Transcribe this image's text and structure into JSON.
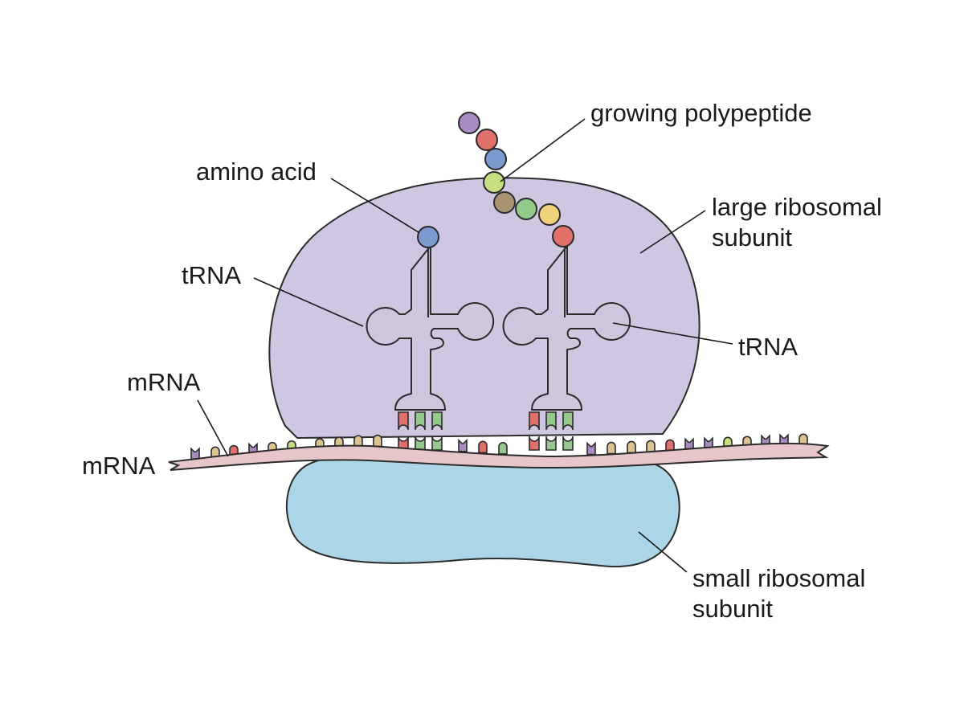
{
  "labels": {
    "growing_polypeptide": "growing polypeptide",
    "amino_acid": "amino acid",
    "large_subunit_line1": "large ribosomal",
    "large_subunit_line2": "subunit",
    "trna_left": "tRNA",
    "trna_right": "tRNA",
    "mrna_upper": "mRNA",
    "mrna_lower": "mRNA",
    "small_subunit_line1": "small ribosomal",
    "small_subunit_line2": "subunit"
  },
  "colors": {
    "large_subunit": "#cfc6e1",
    "small_subunit": "#acd5e7",
    "mrna_strand": "#e6c6c9",
    "outline": "#2b2b2b",
    "purple": "#a98bc4",
    "red": "#e0706a",
    "blue": "#7a9ad0",
    "lime": "#c6dd80",
    "brown": "#a99472",
    "green": "#93c98b",
    "yellow": "#f0d27a",
    "tan": "#dcc38f"
  },
  "polypeptide_chain": [
    "purple",
    "red",
    "blue",
    "lime",
    "brown",
    "green",
    "yellow",
    "red"
  ],
  "amino_acid_color": "blue",
  "mrna_bases": [
    "purple",
    "tan",
    "red",
    "purple",
    "tan",
    "lime",
    "tan",
    "tan",
    "tan",
    "tan",
    "purple",
    "red",
    "green",
    "purple",
    "tan",
    "tan",
    "tan",
    "red",
    "purple",
    "purple",
    "lime",
    "tan",
    "purple",
    "purple",
    "tan",
    "green",
    "purple",
    "red",
    "red",
    "tan",
    "tan",
    "purple"
  ],
  "codon_left": [
    "red",
    "green",
    "green"
  ],
  "codon_right": [
    "red",
    "green",
    "green"
  ]
}
